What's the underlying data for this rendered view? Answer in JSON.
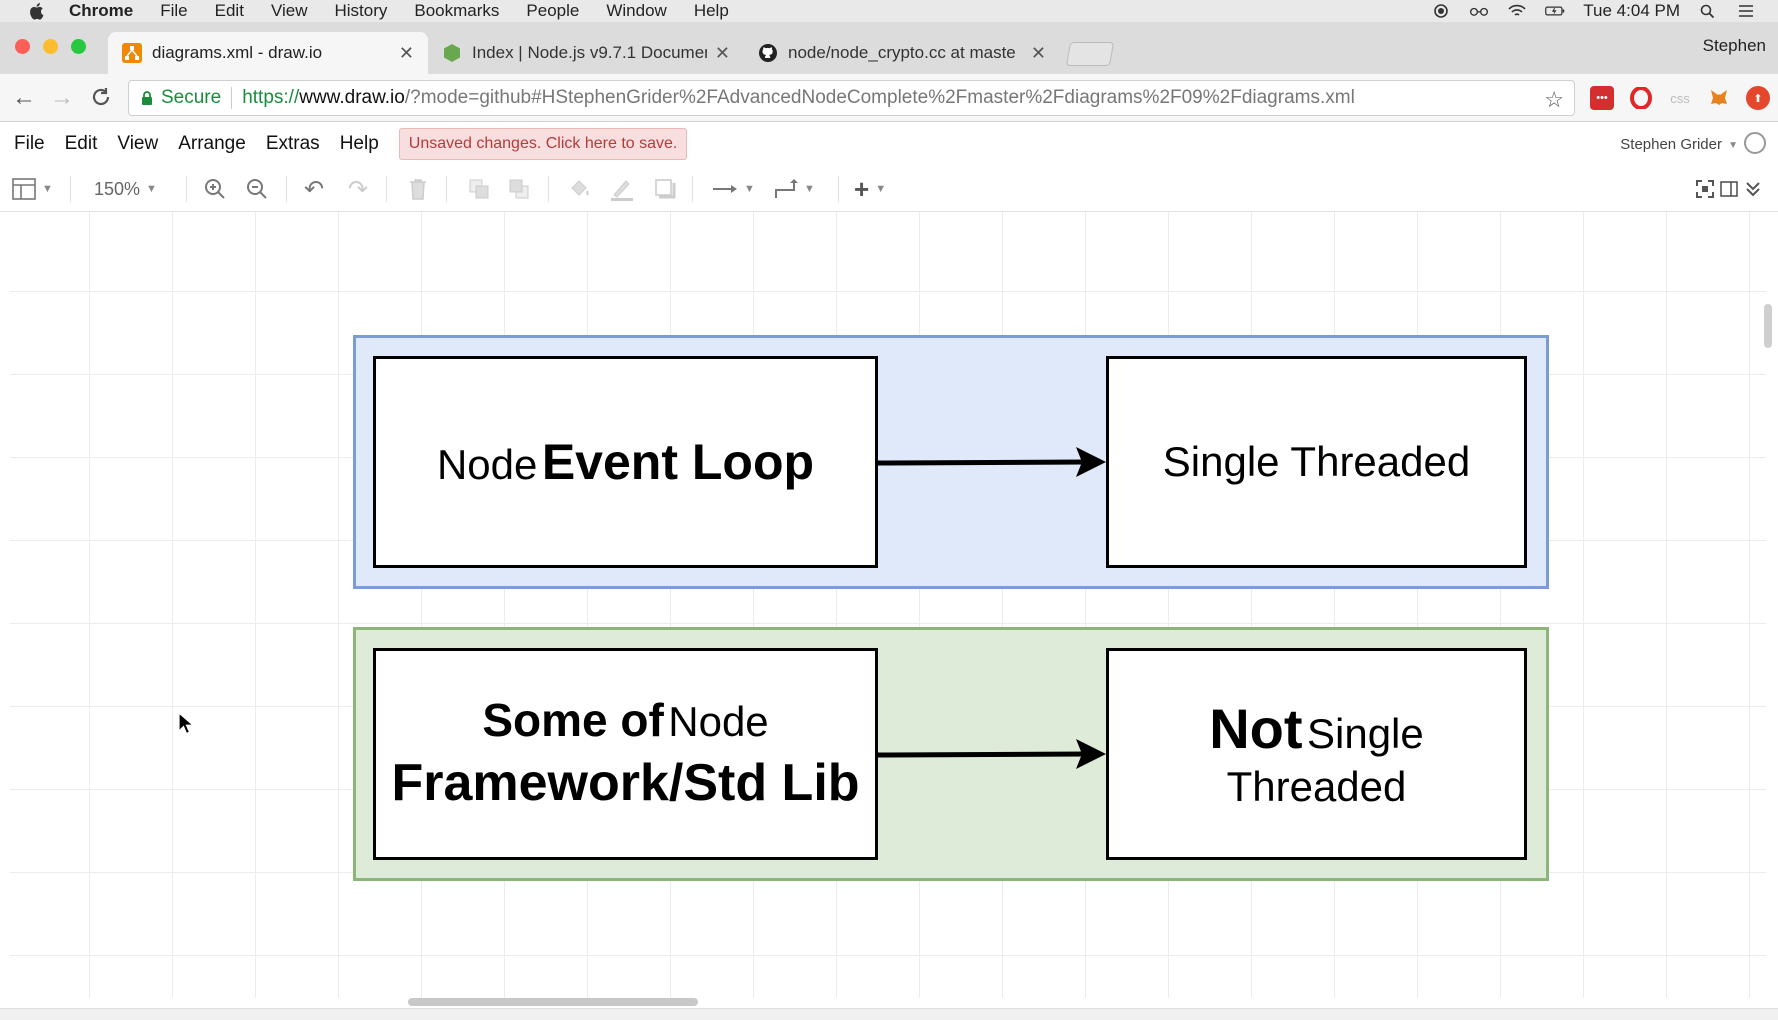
{
  "macos_menubar": {
    "app": "Chrome",
    "items": [
      "File",
      "Edit",
      "View",
      "History",
      "Bookmarks",
      "People",
      "Window",
      "Help"
    ],
    "clock": "Tue 4:04 PM"
  },
  "browser": {
    "tabs": [
      {
        "title": "diagrams.xml - draw.io",
        "icon": "drawio-icon",
        "active": true
      },
      {
        "title": "Index | Node.js v9.7.1 Documen",
        "icon": "nodejs-icon",
        "active": false
      },
      {
        "title": "node/node_crypto.cc at maste",
        "icon": "github-icon",
        "active": false
      }
    ],
    "profile_name": "Stephen",
    "address": {
      "secure_label": "Secure",
      "protocol": "https://",
      "host": "www.draw.io",
      "path": "/?mode=github#HStephenGrider%2FAdvancedNodeComplete%2Fmaster%2Fdiagrams%2F09%2Fdiagrams.xml"
    },
    "extension_icons": [
      "lastpass-icon",
      "opera-icon",
      "css-icon",
      "metamask-icon",
      "extension-icon"
    ]
  },
  "drawio": {
    "menu": [
      "File",
      "Edit",
      "View",
      "Arrange",
      "Extras",
      "Help"
    ],
    "unsaved_notice": "Unsaved changes. Click here to save.",
    "user": "Stephen Grider",
    "zoom": "150%",
    "toolbar_icons": [
      "format-panel-icon",
      "zoom-in-icon",
      "zoom-out-icon",
      "undo-icon",
      "redo-icon",
      "delete-icon",
      "to-front-icon",
      "to-back-icon",
      "fill-color-icon",
      "line-color-icon",
      "shadow-icon",
      "connection-icon",
      "waypoints-icon",
      "insert-icon",
      "fullscreen-icon",
      "format-toggle-icon",
      "collapse-icon"
    ]
  },
  "diagram": {
    "top_group": {
      "fill": "#dfe9f9",
      "stroke": "#7b9dd4",
      "left_prefix": "Node",
      "left_bold": "Event Loop",
      "right_text": "Single Threaded"
    },
    "bottom_group": {
      "fill": "#deebd9",
      "stroke": "#8db57a",
      "left_bold1": "Some of",
      "left_normal": "Node",
      "left_bold2": "Framework/Std Lib",
      "right_bold": "Not",
      "right_normal1": "Single",
      "right_normal2": "Threaded"
    }
  }
}
